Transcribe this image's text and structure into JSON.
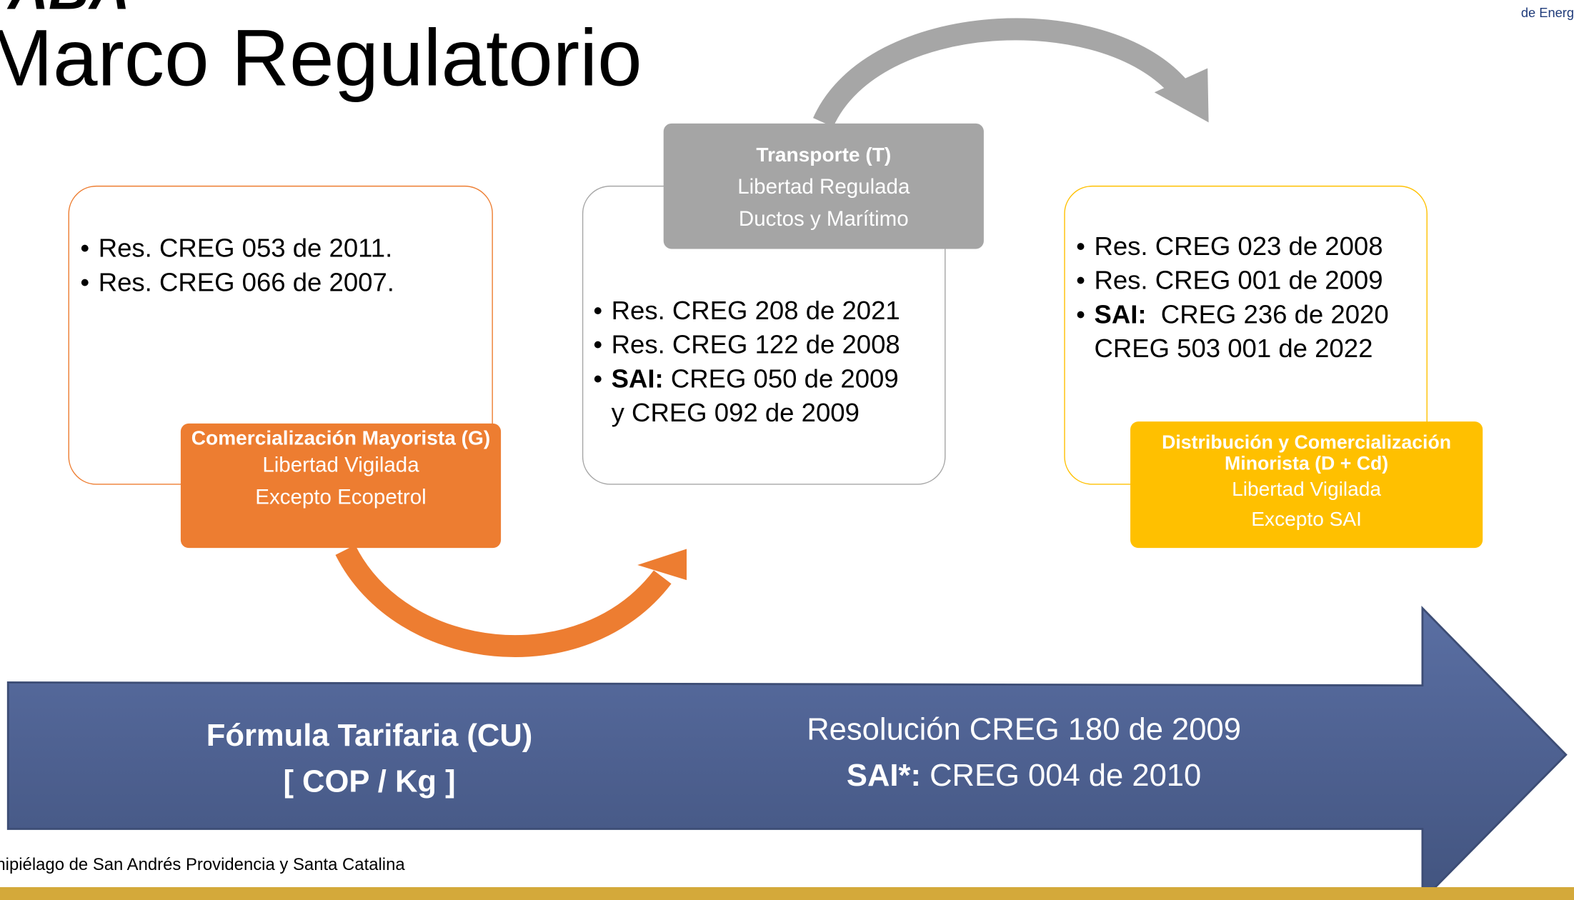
{
  "header": {
    "title": "Marco Regulatorio",
    "top_fragment": "ABA",
    "top_right": "de Energ"
  },
  "boxes": {
    "generation": {
      "items": [
        "Res. CREG 053 de 2011.",
        "Res. CREG 066 de 2007."
      ],
      "label": {
        "title": "Comercialización Mayorista (G)",
        "lines": [
          "Libertad Vigilada",
          "Excepto Ecopetrol"
        ]
      }
    },
    "transport": {
      "items": [
        "Res. CREG 208 de 2021",
        "Res. CREG 122 de 2008"
      ],
      "sai_item": {
        "bold": "SAI:",
        "text": " CREG 050 de 2009",
        "cont": "y CREG 092 de 2009"
      },
      "label": {
        "title": "Transporte (T)",
        "lines": [
          "Libertad Regulada",
          "Ductos y Marítimo"
        ]
      }
    },
    "distribution": {
      "items": [
        "Res. CREG 023 de 2008",
        "Res. CREG 001 de 2009"
      ],
      "sai_item": {
        "bold": "SAI:",
        "text": "  CREG 236 de 2020",
        "cont": "CREG 503 001 de 2022"
      },
      "label": {
        "title": "Distribución y Comercialización Minorista (D + Cd)",
        "lines": [
          "Libertad Vigilada",
          "Excepto SAI"
        ]
      }
    }
  },
  "bullet": "•",
  "formula": {
    "line1": "Fórmula Tarifaria (CU)",
    "line2": "[ COP / Kg ]",
    "resolution": "Resolución CREG 180 de 2009",
    "sai_bold": "SAI*:",
    "sai_text": " CREG 004 de 2010"
  },
  "footer": {
    "text": "hipiélago de San Andrés Providencia y Santa Catalina"
  },
  "colors": {
    "orange": "#ed7d31",
    "gray": "#a5a5a5",
    "yellow": "#ffc000",
    "blue_arrow": "#4e6191",
    "gold_bar": "#d4a93a"
  }
}
